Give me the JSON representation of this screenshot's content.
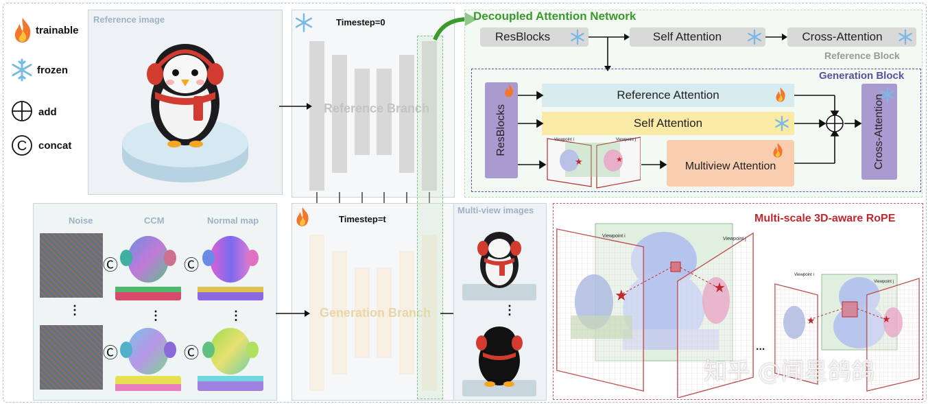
{
  "legend": {
    "trainable": "trainable",
    "frozen": "frozen",
    "add": "add",
    "concat": "concat"
  },
  "reference_image_label": "Reference image",
  "timestep_0": "Timestep=0",
  "timestep_t": "Timestep=t",
  "reference_branch": "Reference Branch",
  "generation_branch": "Generation Branch",
  "decoupled": {
    "title": "Decoupled Attention Network",
    "resblocks": "ResBlocks",
    "self_attention": "Self Attention",
    "cross_attention": "Cross-Attention",
    "reference_block": "Reference Block",
    "generation_block": "Generation Block",
    "gen_resblocks": "ResBlocks",
    "reference_attention": "Reference Attention",
    "gen_self_attention": "Self Attention",
    "multiview_attention": "Multiview Attention",
    "gen_cross_attention": "Cross-Attention",
    "viewpoint_i": "Viewpoint i",
    "viewpoint_j": "Viewpoint j"
  },
  "inputs": {
    "noise": "Noise",
    "ccm": "CCM",
    "normal_map": "Normal map",
    "ellipsis": "⋮",
    "concat_symbol": "Ⓒ"
  },
  "multiview_label": "Multi-view images",
  "rope": {
    "title": "Multi-scale 3D-aware RoPE",
    "viewpoint_i": "Viewpoint i",
    "viewpoint_j": "Viewpoint j",
    "dots": "..."
  },
  "watermark": "知乎 @闻星鸽鸽",
  "colors": {
    "trainable": "#f2762e",
    "frozen": "#78b9e6",
    "green_title": "#3a9a2a",
    "rope_red": "#c0282e",
    "gen_block_purple": "#5a4fa0",
    "ref_branch_gray": "#d8d8d8",
    "gen_branch_beige": "#f7efe1"
  }
}
